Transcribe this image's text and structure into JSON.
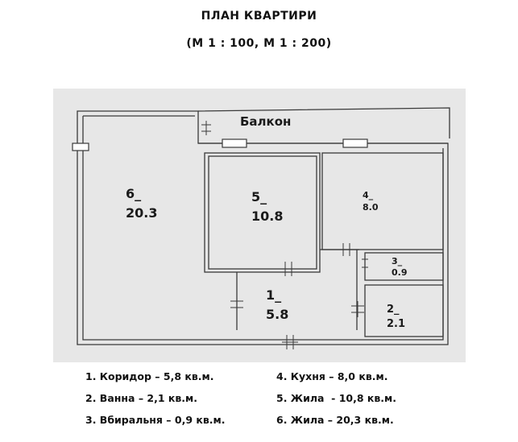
{
  "title": "ПЛАН КВАРТИРИ",
  "scale": "(М  1 : 100, М 1 : 200)",
  "balcony_label": "Балкон",
  "rooms": [
    {
      "num": "6_",
      "area": "20.3"
    },
    {
      "num": "5_",
      "area": "10.8"
    },
    {
      "num": "4_",
      "area": "8.0"
    },
    {
      "num": "3_",
      "area": "0.9"
    },
    {
      "num": "2_",
      "area": "2.1"
    },
    {
      "num": "1_",
      "area": "5.8"
    }
  ],
  "legend": [
    "1. Коридор – 5,8 кв.м.",
    "2. Ванна – 2,1 кв.м.",
    "3. Вбиральня – 0,9 кв.м.",
    "4. Кухня – 8,0 кв.м.",
    "5. Жила  - 10,8 кв.м.",
    "6. Жила – 20,3 кв.м."
  ]
}
